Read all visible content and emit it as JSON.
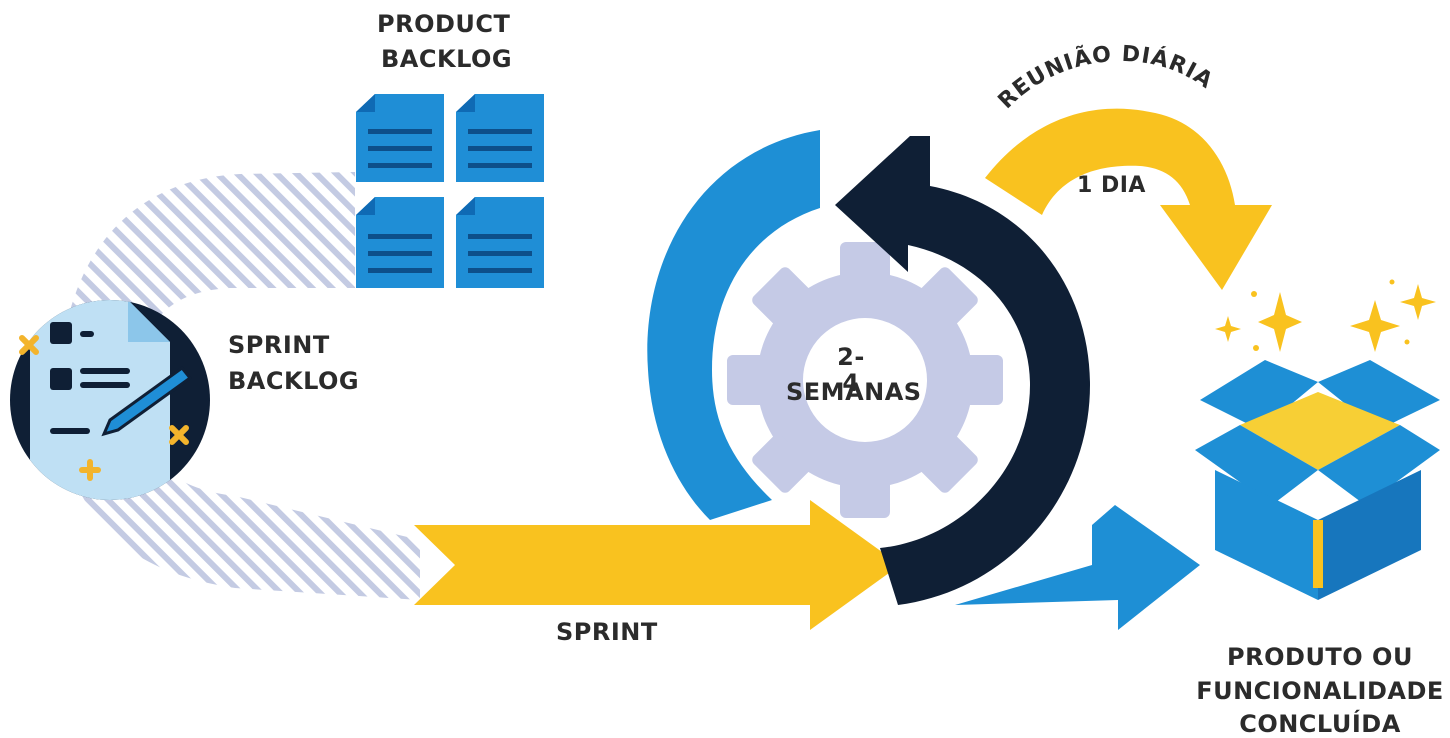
{
  "labels": {
    "product_backlog_line1": "PRODUCT",
    "product_backlog_line2": "BACKLOG",
    "sprint_backlog_line1": "SPRINT",
    "sprint_backlog_line2": "BACKLOG",
    "sprint": "SPRINT",
    "duration_line1": "2-4",
    "duration_line2": "SEMANAS",
    "daily_meeting": "REUNIÃO DIÁRIA",
    "one_day": "1 DIA",
    "result_line1": "PRODUTO OU",
    "result_line2": "FUNCIONALIDADE",
    "result_line3": "CONCLUÍDA"
  },
  "icons": {
    "product_backlog": "document-stack-icon",
    "sprint_backlog": "task-list-icon",
    "iteration": "cycle-arrows-icon",
    "gear": "gear-icon",
    "result": "open-box-icon",
    "sparkles": "sparkle-icon"
  },
  "colors": {
    "yellow": "#F9C21F",
    "blue": "#1E8FD5",
    "navy": "#0F1F35",
    "gear": "#C5CAE6",
    "stripe": "#BFC7E0",
    "text": "#2B2B2B"
  }
}
